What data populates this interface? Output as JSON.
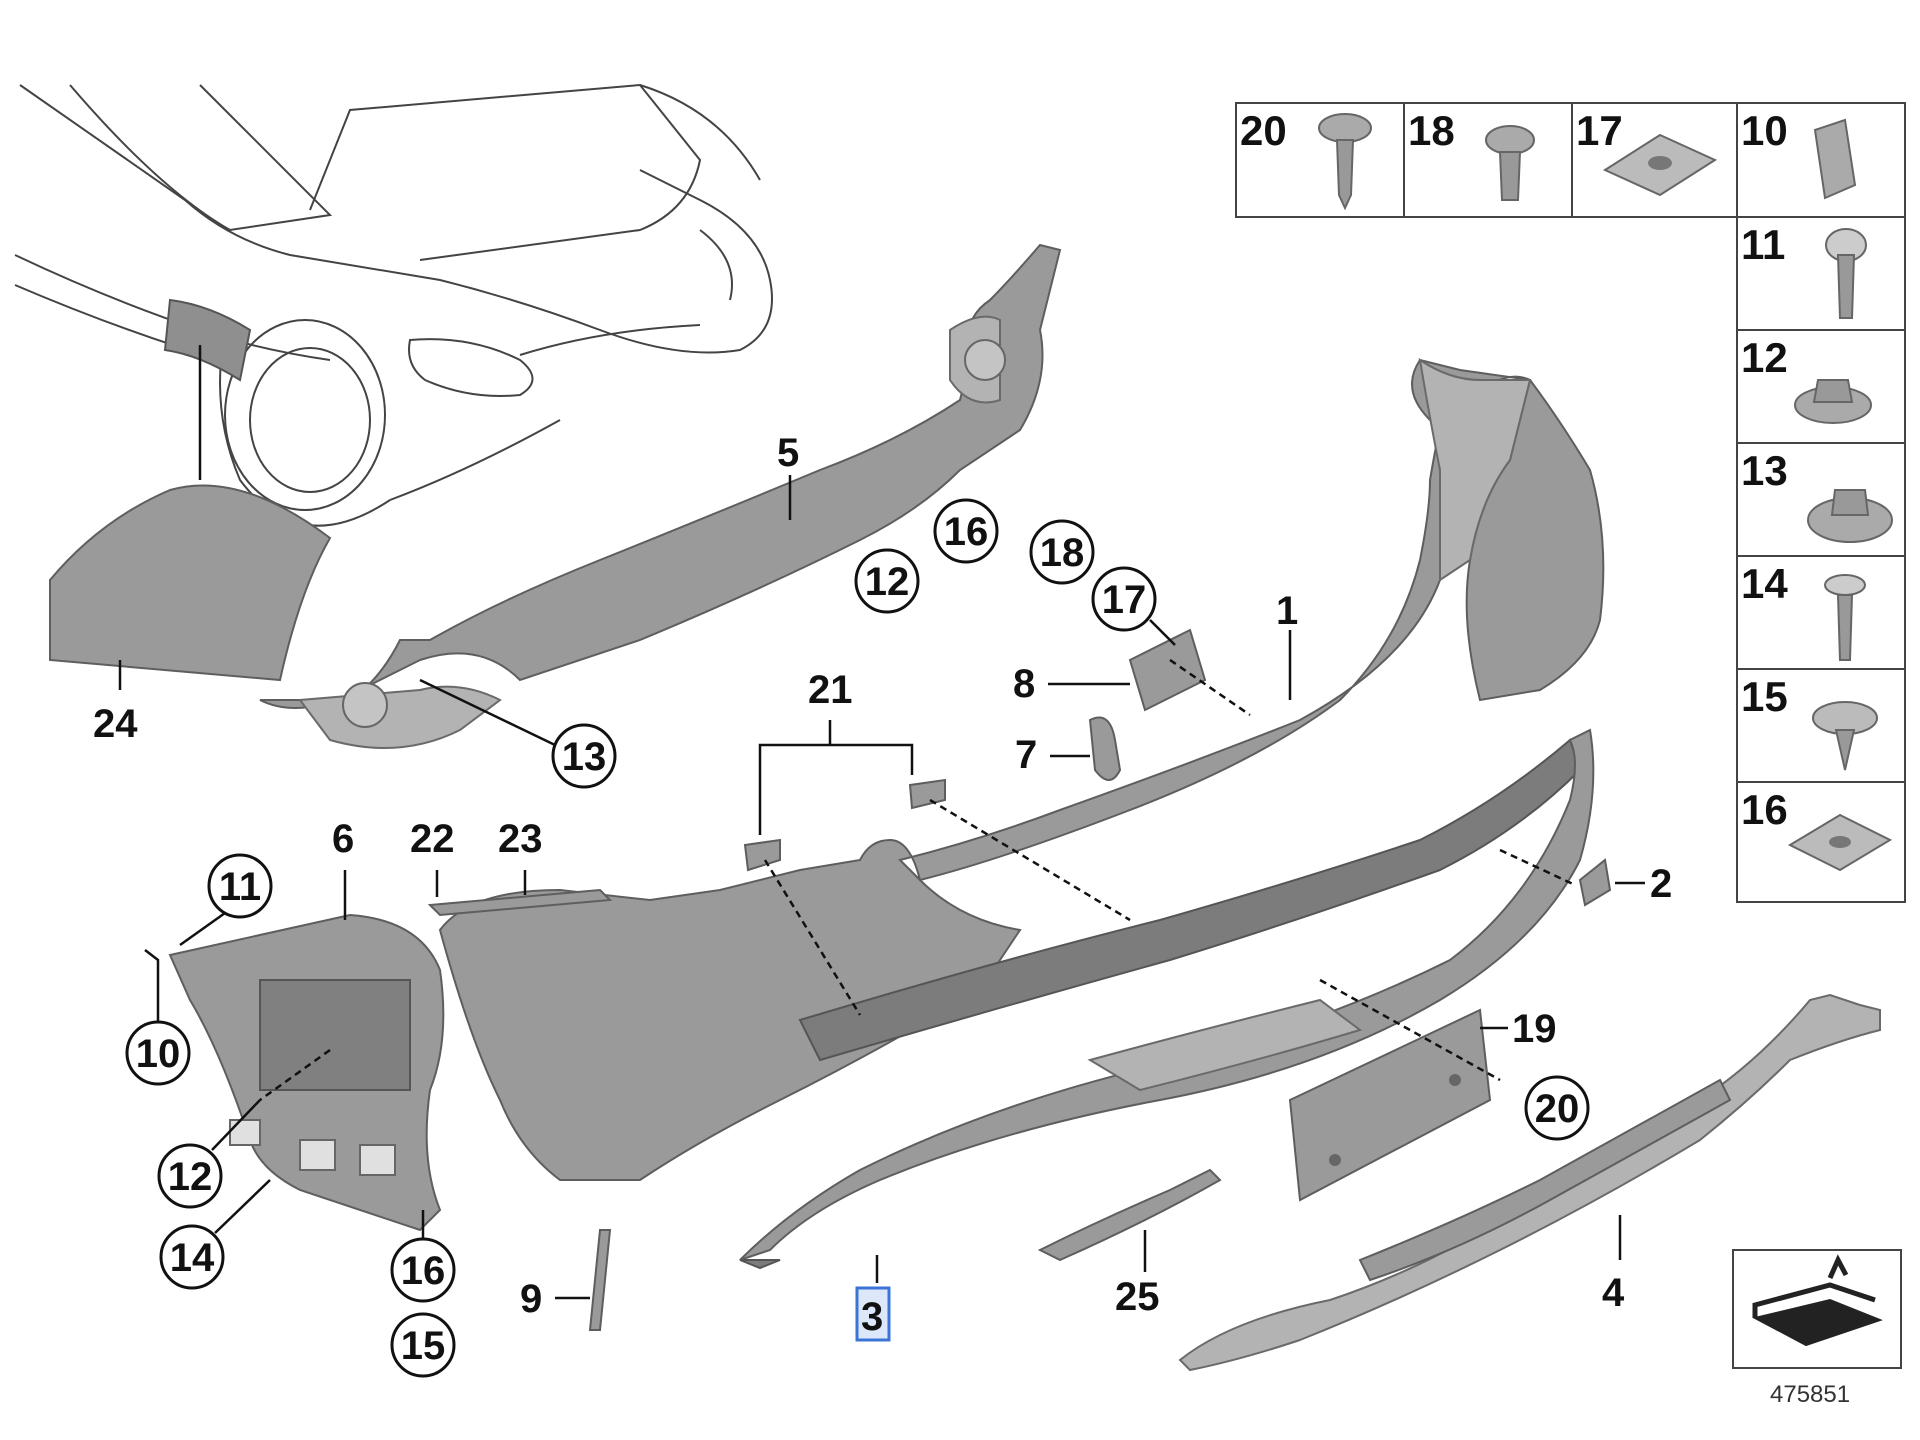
{
  "figure_id": "475851",
  "part_labels": {
    "p1": "1",
    "p2": "2",
    "p3": "3",
    "p4": "4",
    "p5": "5",
    "p6": "6",
    "p7": "7",
    "p8": "8",
    "p9": "9",
    "p19": "19",
    "p21": "21",
    "p22": "22",
    "p23": "23",
    "p24": "24",
    "p25": "25"
  },
  "circle_labels": {
    "c16a": "16",
    "c12a": "12",
    "c18": "18",
    "c17": "17",
    "c13": "13",
    "c11": "11",
    "c10": "10",
    "c12b": "12",
    "c14": "14",
    "c16b": "16",
    "c15": "15",
    "c20": "20"
  },
  "fastener_table": {
    "top_row": [
      "20",
      "18",
      "17",
      "10"
    ],
    "right_column": [
      "11",
      "12",
      "13",
      "14",
      "15",
      "16"
    ]
  },
  "highlighted_label": "3"
}
